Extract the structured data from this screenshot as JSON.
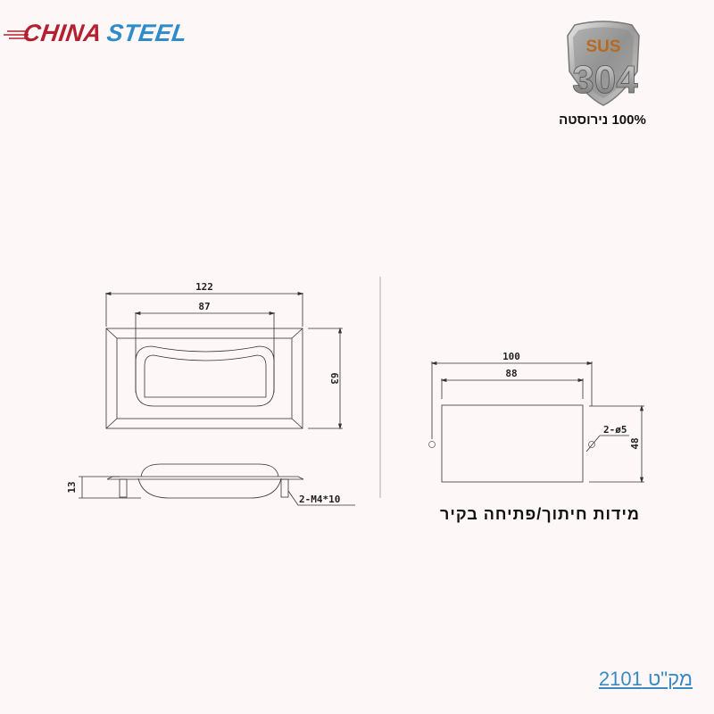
{
  "brand": {
    "logo_part1": "CHINA",
    "logo_part2": "STEEL",
    "color_primary": "#b3202f",
    "color_secondary": "#2e8cc8"
  },
  "badge": {
    "top_text": "SUS",
    "number": "304",
    "caption": "100% נירוסטה"
  },
  "front_view": {
    "overall_width": "122",
    "grip_width": "87",
    "height": "63"
  },
  "side_view": {
    "depth": "13",
    "screw_spec": "2-M4*10"
  },
  "cutout": {
    "title": "מידות חיתוך/פתיחה בקיר",
    "hole_spacing": "100",
    "opening_width": "88",
    "opening_height": "48",
    "hole_spec": "2-ø5"
  },
  "footer": {
    "sku_label": "מק\"ט 2101"
  }
}
